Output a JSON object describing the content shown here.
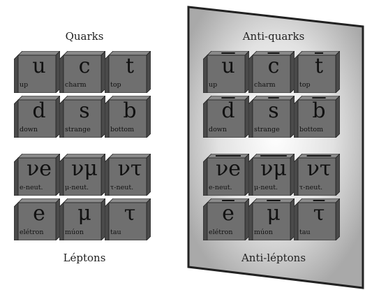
{
  "colors": {
    "cube_front": "#6f6f6f",
    "cube_top": "#8a8a8a",
    "cube_side": "#4a4a4a",
    "panel_border": "#222222"
  },
  "matter": {
    "quarks_title": "Quarks",
    "leptons_title": "Léptons",
    "quarks": [
      {
        "symbol": "u",
        "name": "up"
      },
      {
        "symbol": "c",
        "name": "charm"
      },
      {
        "symbol": "t",
        "name": "top"
      },
      {
        "symbol": "d",
        "name": "down"
      },
      {
        "symbol": "s",
        "name": "strange"
      },
      {
        "symbol": "b",
        "name": "bottom"
      }
    ],
    "leptons": [
      {
        "symbol": "νe",
        "name": "e-neut."
      },
      {
        "symbol": "νμ",
        "name": "μ-neut."
      },
      {
        "symbol": "ντ",
        "name": "τ-neut."
      },
      {
        "symbol": "e",
        "name": "elétron"
      },
      {
        "symbol": "μ",
        "name": "múon"
      },
      {
        "symbol": "τ",
        "name": "tau"
      }
    ]
  },
  "antimatter": {
    "quarks_title": "Anti-quarks",
    "leptons_title": "Anti-léptons",
    "quarks": [
      {
        "symbol": "u",
        "name": "up"
      },
      {
        "symbol": "c",
        "name": "charm"
      },
      {
        "symbol": "t",
        "name": "top"
      },
      {
        "symbol": "d",
        "name": "down"
      },
      {
        "symbol": "s",
        "name": "strange"
      },
      {
        "symbol": "b",
        "name": "bottom"
      }
    ],
    "leptons": [
      {
        "symbol": "νe",
        "name": "e-neut."
      },
      {
        "symbol": "νμ",
        "name": "μ-neut."
      },
      {
        "symbol": "ντ",
        "name": "τ-neut."
      },
      {
        "symbol": "e",
        "name": "elétron"
      },
      {
        "symbol": "μ",
        "name": "múon"
      },
      {
        "symbol": "τ",
        "name": "tau"
      }
    ]
  }
}
